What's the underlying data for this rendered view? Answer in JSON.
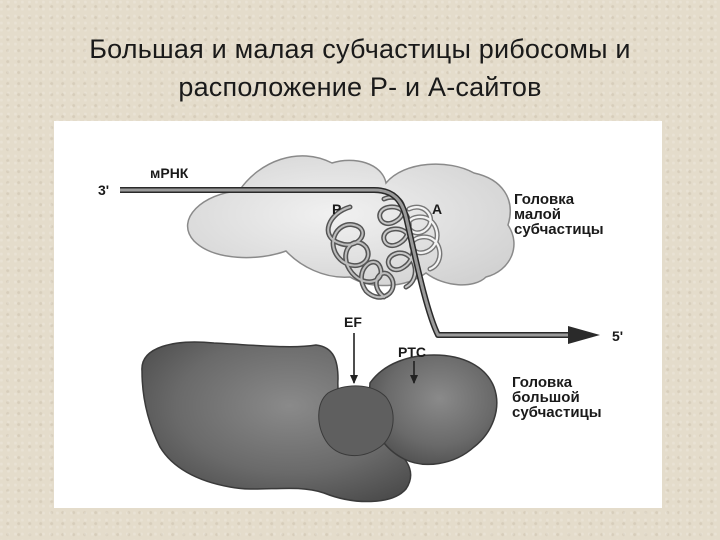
{
  "slide": {
    "title_line1": "Большая и малая субчастицы рибосомы и",
    "title_line2": "расположение Р- и А-сайтов"
  },
  "diagram": {
    "mrna_label": "мРНК",
    "end_3": "3'",
    "end_5": "5'",
    "p_site": "P",
    "a_site": "A",
    "small_head": [
      "Головка",
      "малой",
      "субчастицы"
    ],
    "ef_label": "EF",
    "ptc_label": "PTC",
    "large_head": [
      "Головка",
      "большой",
      "субчастицы"
    ]
  },
  "colors": {
    "background": "#e4dccb",
    "small_subunit": "#e3e3e3",
    "large_subunit": "#6e6e6e",
    "mrna": "#8c8c8c"
  }
}
